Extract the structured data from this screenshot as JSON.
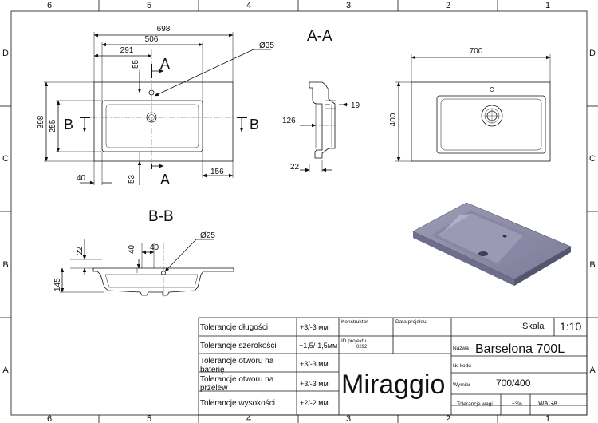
{
  "frame": {
    "columns": [
      "6",
      "5",
      "4",
      "3",
      "2",
      "1"
    ],
    "rows": [
      "D",
      "C",
      "B",
      "A"
    ]
  },
  "views": {
    "section_aa_title": "A-A",
    "section_bb_title": "B-B",
    "markers": {
      "a": "A",
      "b": "B"
    }
  },
  "dimensions": {
    "top_view": {
      "overall_width": "698",
      "inner_width": "506",
      "hole_offset": "291",
      "hole_diameter": "Ø35",
      "overflow_dist": "55",
      "overall_depth": "398",
      "bowl_depth": "255",
      "left_margin": "40",
      "bottom_offset": "53",
      "right_margin": "156"
    },
    "section_aa": {
      "width_19": "19",
      "height_126": "126",
      "bottom_22": "22"
    },
    "right_view": {
      "width": "700",
      "depth": "400"
    },
    "section_bb": {
      "height_22": "22",
      "height_40": "40",
      "width_40": "40",
      "diameter": "Ø25",
      "height_145": "145"
    }
  },
  "title_block": {
    "tolerances": [
      {
        "label": "Tolerancje długości",
        "value": "+3/-3 мм"
      },
      {
        "label": "Tolerancje szerokości",
        "value": "+1,5/-1,5мм"
      },
      {
        "label": "Tolerancje otworu na baterię",
        "value": "+3/-3 мм"
      },
      {
        "label": "Tolerancje otworu na przelew",
        "value": "+3/-3 мм"
      },
      {
        "label": "Tolerancje wysokości",
        "value": "+2/-2 мм"
      }
    ],
    "konstruktor_label": "Konstruktor",
    "data_projektu_label": "Data projektu",
    "id_projektu_label": "ID projektu",
    "id_projektu_value": "0292",
    "skala_label": "Skala",
    "skala_value": "1:10",
    "nazwa_label": "Nazwa",
    "nazwa_value": "Barselona 700L",
    "no_kodu_label": "№ kodu",
    "wymiar_label": "Wymiar",
    "wymiar_value": "700/400",
    "brand": "Miraggio",
    "tolerancje_wagi_label": "Tolerancje wagi",
    "tolerancje_wagi_value": "±3%",
    "waga_label": "WAGA"
  },
  "colors": {
    "line": "#111111",
    "render_top": "#8a8aa6",
    "render_side": "#6d6d8a",
    "render_edge": "#a9a9c2"
  }
}
